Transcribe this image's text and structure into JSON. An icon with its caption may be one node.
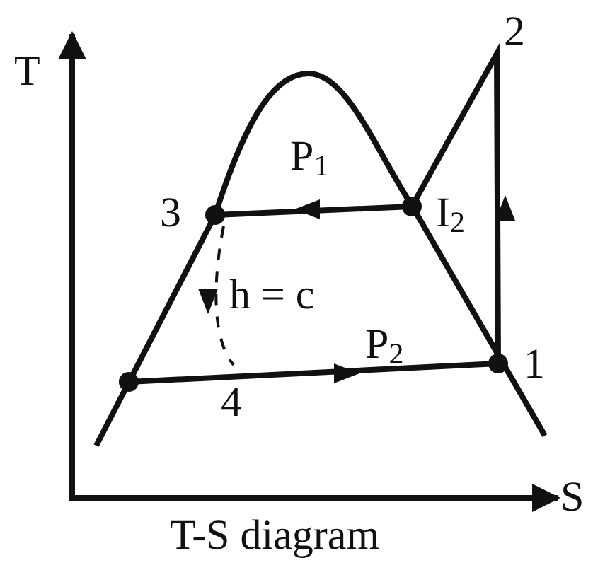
{
  "diagram": {
    "caption": "T-S diagram",
    "labels": [
      "T",
      "2",
      "P$_{1}$",
      "3",
      "I$_{2}$",
      "h = c",
      "P$_{2}$",
      "1",
      "4",
      "S"
    ]
  }
}
